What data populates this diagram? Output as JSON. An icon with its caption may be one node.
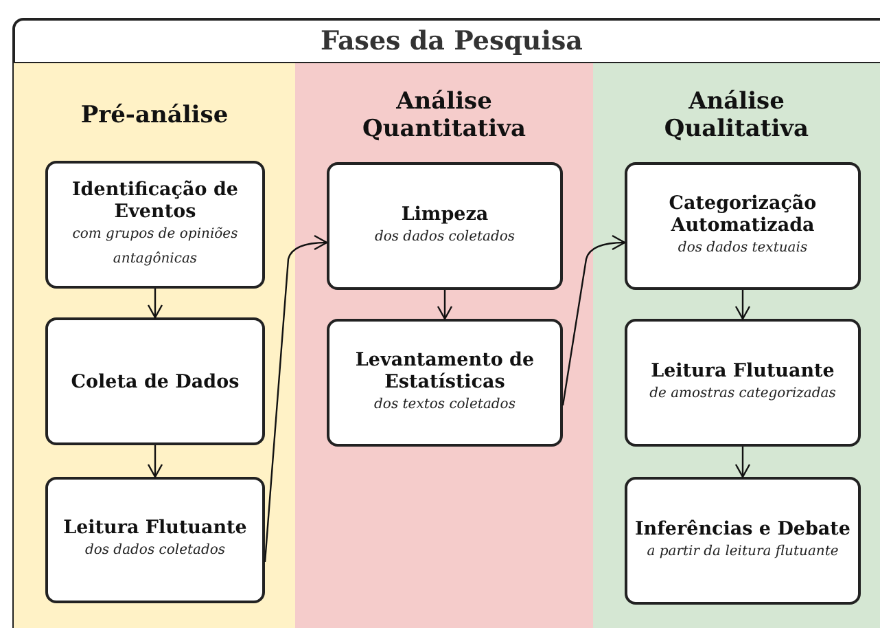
{
  "diagram": {
    "title": "Fases da Pesquisa",
    "nodes": [
      {
        "text": [],
        "shape": "box"
      },
      {
        "text": [
          "Pré-análise"
        ],
        "in": 0
      },
      {
        "text": [
          "Identificação de Eventos",
          "com grupos de opiniões antagônicas"
        ],
        "in": 1
      },
      {
        "text": [
          "Coleta de Dados"
        ],
        "in": 1
      },
      {
        "text": [
          "Leitura Flutuante",
          "dos dados coletados"
        ],
        "in": 1
      },
      {
        "text": [
          "Análise Quantitativa"
        ],
        "in": 0
      },
      {
        "text": [
          "Limpeza",
          "dos dados coletados"
        ],
        "in": 5
      },
      {
        "text": [
          "Levantamento de Estatísticas",
          "dos textos coletados"
        ],
        "in": 5
      },
      {
        "text": [
          "Análise Qualitativa"
        ],
        "in": 0
      },
      {
        "text": [
          "Categorização Automatizada",
          "dos dados textuais"
        ],
        "in": 8
      },
      {
        "text": [
          "Leitura Flutuante",
          "de amostras categorizadas"
        ],
        "in": 8
      },
      {
        "text": [
          "Inferências e Debate",
          "a partir da leitura flutuante"
        ],
        "in": 8
      }
    ],
    "edges": [
      {
        "from": 2,
        "to": 3,
        "arrow": "to"
      },
      {
        "from": 3,
        "to": 4,
        "arrow": "to"
      },
      {
        "from": 4,
        "to": 6,
        "arrow": "to"
      },
      {
        "from": 6,
        "to": 7,
        "arrow": "to"
      },
      {
        "from": 7,
        "to": 9,
        "arrow": "to"
      },
      {
        "from": 9,
        "to": 10,
        "arrow": "to"
      },
      {
        "from": 10,
        "to": 11,
        "arrow": "to"
      }
    ]
  }
}
